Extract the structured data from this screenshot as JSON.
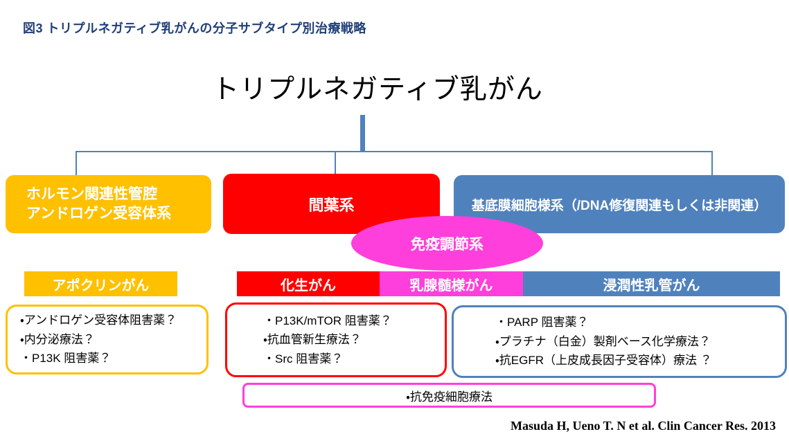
{
  "figure": {
    "caption": "図3 トリプルネガティブ乳がんの分子サブタイプ別治療戦略",
    "main_title": "トリプルネガティブ乳がん",
    "citation": "Masuda H, Ueno T. N et al. Clin Cancer Res. 2013"
  },
  "colors": {
    "caption_text": "#1F3E78",
    "orange": "#FFC000",
    "red": "#FE0000",
    "blue": "#4F81BD",
    "magenta": "#FF3FDB",
    "connector_line": "#4F81BD",
    "background": "#FFFFFF"
  },
  "subtypes": [
    {
      "name": "hormone-luminal-androgen",
      "line1": "ホルモン関連性管腔",
      "line2": "アンドロゲン受容体系",
      "color": "#FFC000"
    },
    {
      "name": "mesenchymal",
      "line1": "間葉系",
      "color": "#FE0000"
    },
    {
      "name": "basal-like",
      "line1": "基底膜細胞様系（/DNA修復関連もしくは非関連）",
      "color": "#4F81BD"
    }
  ],
  "immune_ellipse": {
    "label": "免疫調節系",
    "color": "#FF3FDB"
  },
  "cancer_labels": [
    {
      "name": "apocrine",
      "label": "アポクリンがん",
      "color": "#FFC000"
    },
    {
      "name": "metaplastic",
      "label": "化生がん",
      "color": "#FE0000"
    },
    {
      "name": "medullary",
      "label": "乳腺髄様がん",
      "color": "#FF3FDB"
    },
    {
      "name": "invasive-ductal",
      "label": "浸潤性乳管がん",
      "color": "#4F81BD"
    }
  ],
  "treatment_boxes": [
    {
      "name": "luminal-treatments",
      "border_color": "#FFC000",
      "items": [
        "・アンドロゲン受容体阻害薬？",
        "・内分泌療法？",
        "・P13K 阻害薬？"
      ]
    },
    {
      "name": "mesenchymal-treatments",
      "border_color": "#FE0000",
      "items": [
        "・P13K/mTOR 阻害薬？",
        "・抗血管新生療法？",
        "・Src 阻害薬？"
      ]
    },
    {
      "name": "basal-treatments",
      "border_color": "#4F81BD",
      "items": [
        "・PARP 阻害薬？",
        "・プラチナ（白金）製剤ベース化学療法？",
        "・抗EGFR（上皮成長因子受容体）療法 ？"
      ]
    }
  ],
  "immune_therapy_box": {
    "label": "・抗免疫細胞療法",
    "border_color": "#FF3FDB"
  }
}
